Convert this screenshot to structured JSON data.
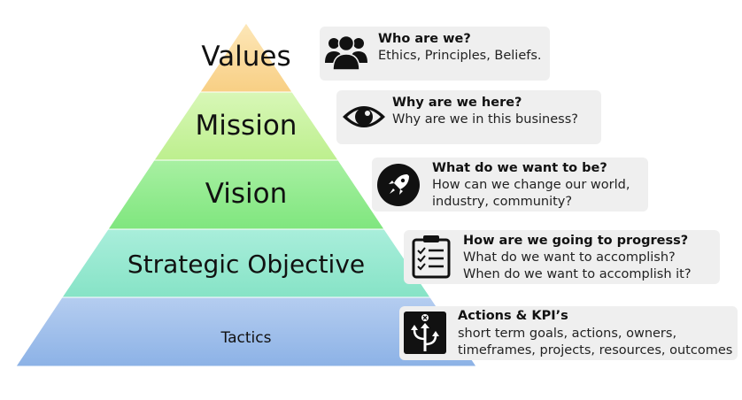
{
  "pyramid": {
    "levels": [
      {
        "label": "Values",
        "color": "#FAD591"
      },
      {
        "label": "Mission",
        "color": "#C8F29E"
      },
      {
        "label": "Vision",
        "color": "#8DEC8B"
      },
      {
        "label": "Strategic Objective",
        "color": "#93E7D0"
      },
      {
        "label": "Tactics",
        "color": "#9FBEEA"
      }
    ]
  },
  "cards": [
    {
      "title": "Who are we?",
      "lines": [
        "Ethics, Principles, Beliefs."
      ],
      "icon": "people-icon"
    },
    {
      "title": "Why are we here?",
      "lines": [
        "Why are we in this business?"
      ],
      "icon": "eye-icon"
    },
    {
      "title": "What do we want to be?",
      "lines": [
        "How can we change our world,",
        "industry, community?"
      ],
      "icon": "rocket-icon"
    },
    {
      "title": "How are we going to progress?",
      "lines": [
        "What do we want to accomplish?",
        "When do we want to accomplish it?"
      ],
      "icon": "checklist-icon"
    },
    {
      "title": "Actions & KPI’s",
      "lines": [
        "short term goals, actions, owners,",
        "timeframes, projects, resources, outcomes"
      ],
      "icon": "direction-arrows-icon"
    }
  ]
}
